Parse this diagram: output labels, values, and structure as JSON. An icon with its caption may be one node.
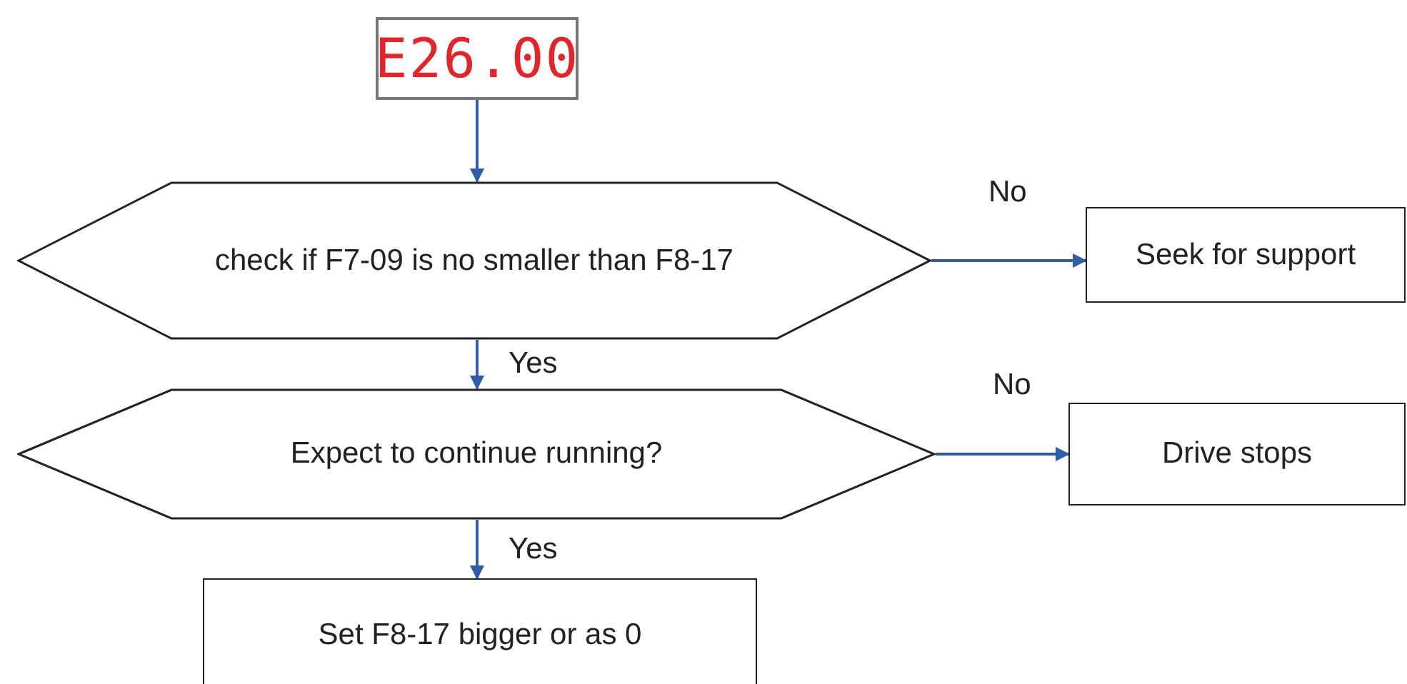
{
  "diagram": {
    "nodes": [
      {
        "text": [
          "E26.00"
        ]
      },
      {
        "text": [
          "check if F7-09 is no smaller than  F8-17"
        ]
      },
      {
        "text": [
          "Seek for support"
        ]
      },
      {
        "text": [
          "Expect to continue running?"
        ]
      },
      {
        "text": [
          "Drive stops"
        ]
      },
      {
        "text": [
          "Set F8-17 bigger or as 0"
        ]
      }
    ],
    "edges": [
      {
        "from": 0,
        "to": 1,
        "arrow": "to"
      },
      {
        "from": 1,
        "to": 2,
        "arrow": "to",
        "label": "No"
      },
      {
        "from": 1,
        "to": 3,
        "arrow": "to",
        "label": "Yes"
      },
      {
        "from": 3,
        "to": 4,
        "arrow": "to",
        "label": "No"
      },
      {
        "from": 3,
        "to": 5,
        "arrow": "to",
        "label": "Yes"
      }
    ]
  }
}
